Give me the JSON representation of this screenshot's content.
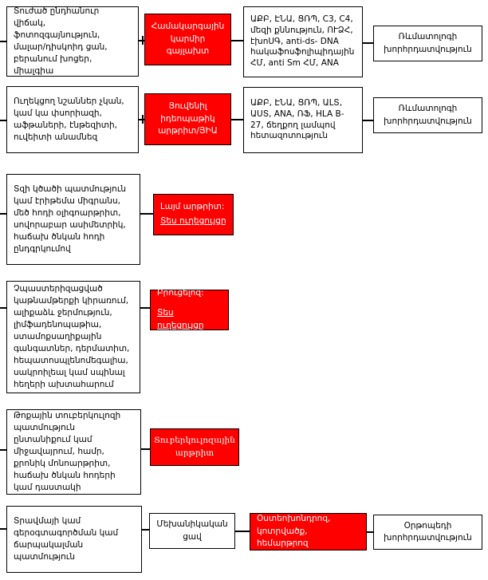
{
  "colors": {
    "diagnosis_box_fill": "#ff0000",
    "box_border": "#000000",
    "diagnosis_text": "#ffffff",
    "body_text": "#000000"
  },
  "rows": [
    {
      "symptoms": "Տուժած ընդհանուր վիճակ, ֆոտոզգայնություն, մալար/դիսկոիդ ցան, բերանում խոցեր, միալգիա",
      "diagnosis": "Համակարգային կարմիր գայլախտ",
      "tests": "ԱՔԲ, ԷՆԱ, ՑՌՊ, C3, C4, մեզի քննություն, ՈՒՁՀ, էխոՍԳ, anti-ds- DNA հակաֆոսֆոլիպիդային ՀՄ, anti Sm ՀՄ, ANA",
      "referral": "Ռևմատոլոգի խորհրդատվություն"
    },
    {
      "symptoms": "Ուղեկցող նշաններ չկան, կամ կա փսորիազի, աֆթաների, էնթեզիտի, ուվեիտի անամնեզ",
      "diagnosis": "Յուվենիլ իդեոպաթիկ արթրիտ/ՅԻԱ",
      "tests": "ԱՔԲ, ԷՆԱ, ՑՌՊ, ԱԼՏ, ԱՍՏ, ANA, ՌՖ, HLA B-27, ճեղքող լամպով հետազոտություն",
      "referral": "Ռևմատոլոգի խորհրդատվություն"
    },
    {
      "symptoms": "Տզի կծածի պատմություն կամ էրիթեմա միգրանս, մեծ հոդի օլիգոարթրիտ, սովորաբար ասիմետրիկ, հաճախ ծնկան հոդի ընդգրկումով",
      "diagnosis_title": "Լայմ արթրիտ:",
      "diagnosis_link": "Տես ուղեցույցը"
    },
    {
      "symptoms": "Չպաստերիզացված կաթնամթերքի կիրառում, ալիքաձև ջերմություն, լիմֆադենոպաթիա, ստամոքսաղիքային գանգատներ, դերմատիտ, հեպատոսպլենոմեգալիա, սակրոիլեալ կամ սպինալ հեղերի ախտահարում",
      "diagnosis_title": "Բրուցելոզ:",
      "diagnosis_link": "Տես ուղեցույցը"
    },
    {
      "symptoms": "Թոքային տուբերկուլոզի պատմություն ընտանիքում կամ միջավայրում, համր, քրոնիկ մոնոարթրիտ, հաճախ ծնկան հոդերի կամ դաստակի",
      "diagnosis": "Տուբերկուլոզային արթրիտ"
    },
    {
      "symptoms": "Տրավմայի կամ գերօգտագործման կամ ճարպակալման պատմություն",
      "category": "Մեխանիկական ցավ",
      "diagnosis": "Օստեոխոնդրոզ, կոտրվածք, հեմարթրոզ",
      "referral": "Օրթոպեդի խորհրդատվություն"
    }
  ]
}
